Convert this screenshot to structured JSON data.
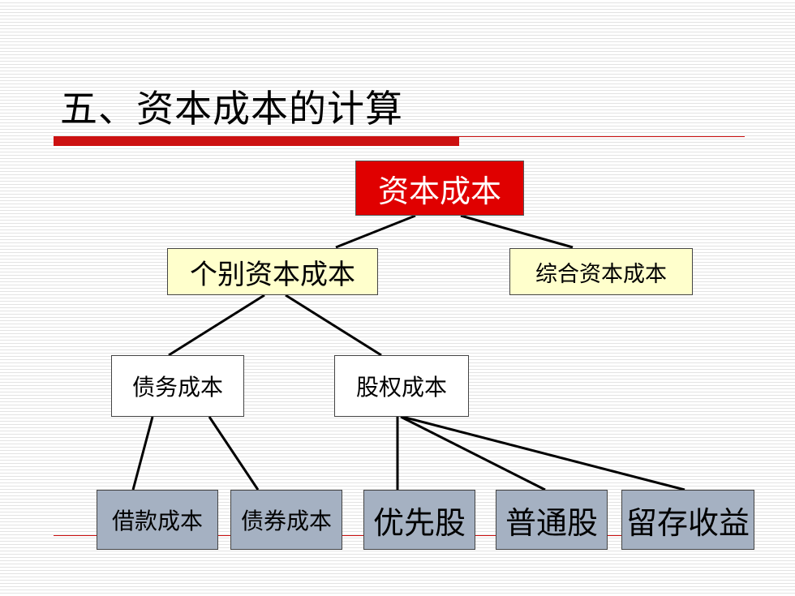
{
  "title": "五、资本成本的计算",
  "nodes": {
    "root": "资本成本",
    "individual": "个别资本成本",
    "composite": "综合资本成本",
    "debt": "债务成本",
    "equity": "股权成本",
    "loan": "借款成本",
    "bond": "债券成本",
    "preferred": "优先股",
    "common": "普通股",
    "retained": "留存收益"
  },
  "colors": {
    "accent_red": "#cc1111",
    "root_fill": "#e00000",
    "level1_fill": "#ffffcc",
    "level2_fill": "#ffffff",
    "leaf_fill": "#a5b1c2"
  }
}
